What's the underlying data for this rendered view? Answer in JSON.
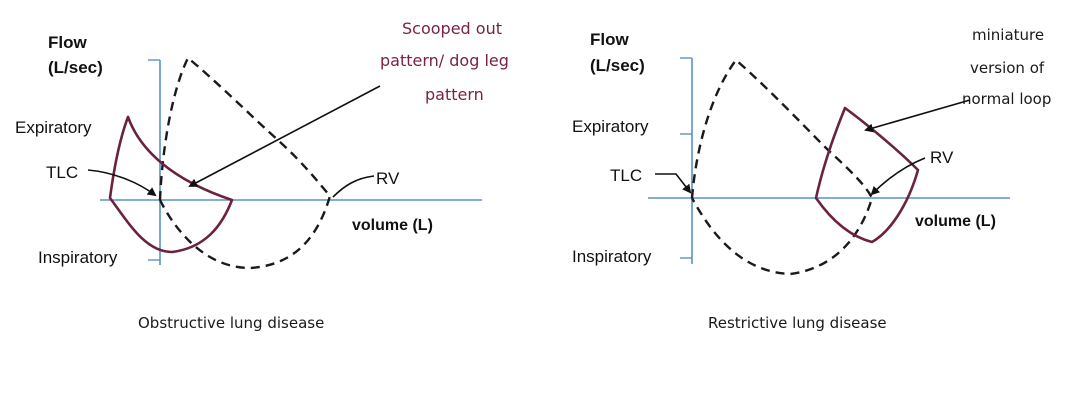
{
  "left_panel": {
    "axis_title_line1": "Flow",
    "axis_title_line2": "(L/sec)",
    "expiratory_label": "Expiratory",
    "tlc_label": "TLC",
    "rv_label": "RV",
    "inspiratory_label": "Inspiratory",
    "xaxis_label": "volume (L)",
    "annotation_line1": "Scooped out",
    "annotation_line2": "pattern/ dog leg",
    "annotation_line3": "pattern",
    "caption": "Obstructive lung disease"
  },
  "right_panel": {
    "axis_title_line1": "Flow",
    "axis_title_line2": "(L/sec)",
    "expiratory_label": "Expiratory",
    "tlc_label": "TLC",
    "rv_label": "RV",
    "inspiratory_label": "Inspiratory",
    "xaxis_label": "volume (L)",
    "annotation_line1": "miniature",
    "annotation_line2": "version of",
    "annotation_line3": "normal loop",
    "caption": "Restrictive lung disease"
  },
  "colors": {
    "axis": "#5a93c4",
    "disease_loop": "#6b2241",
    "normal_loop": "#1a1a1a",
    "annotation_red": "#7a1f46"
  }
}
